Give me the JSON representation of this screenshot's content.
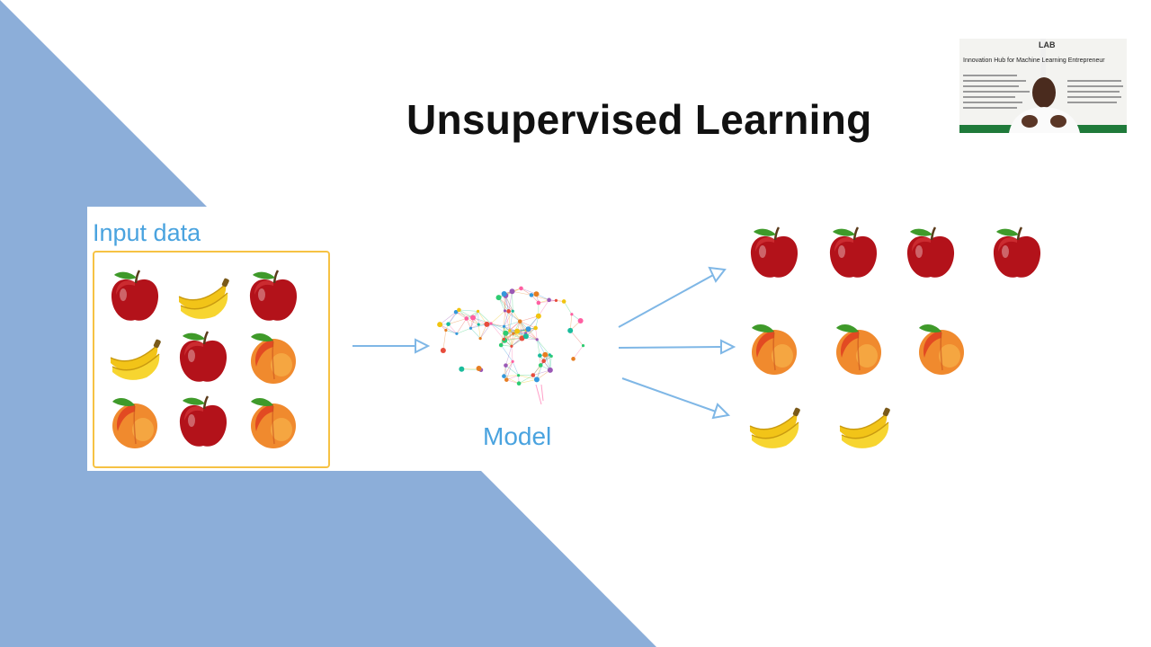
{
  "slide": {
    "title": "Unsupervised Learning",
    "input_label": "Input data",
    "model_label": "Model",
    "accent_color": "#4aa3df",
    "background_shape_color": "#8caed9",
    "frame_color": "#f6c244"
  },
  "input_grid": [
    [
      "apple",
      "banana",
      "apple"
    ],
    [
      "banana",
      "apple",
      "peach"
    ],
    [
      "peach",
      "apple",
      "peach"
    ]
  ],
  "output_clusters": [
    {
      "fruit": "apple",
      "count": 4
    },
    {
      "fruit": "peach",
      "count": 3
    },
    {
      "fruit": "banana",
      "count": 2
    }
  ],
  "webcam": {
    "banner_text": "Innovation Hub for Machine Learning Entrepreneur",
    "lab_text": "LAB"
  }
}
